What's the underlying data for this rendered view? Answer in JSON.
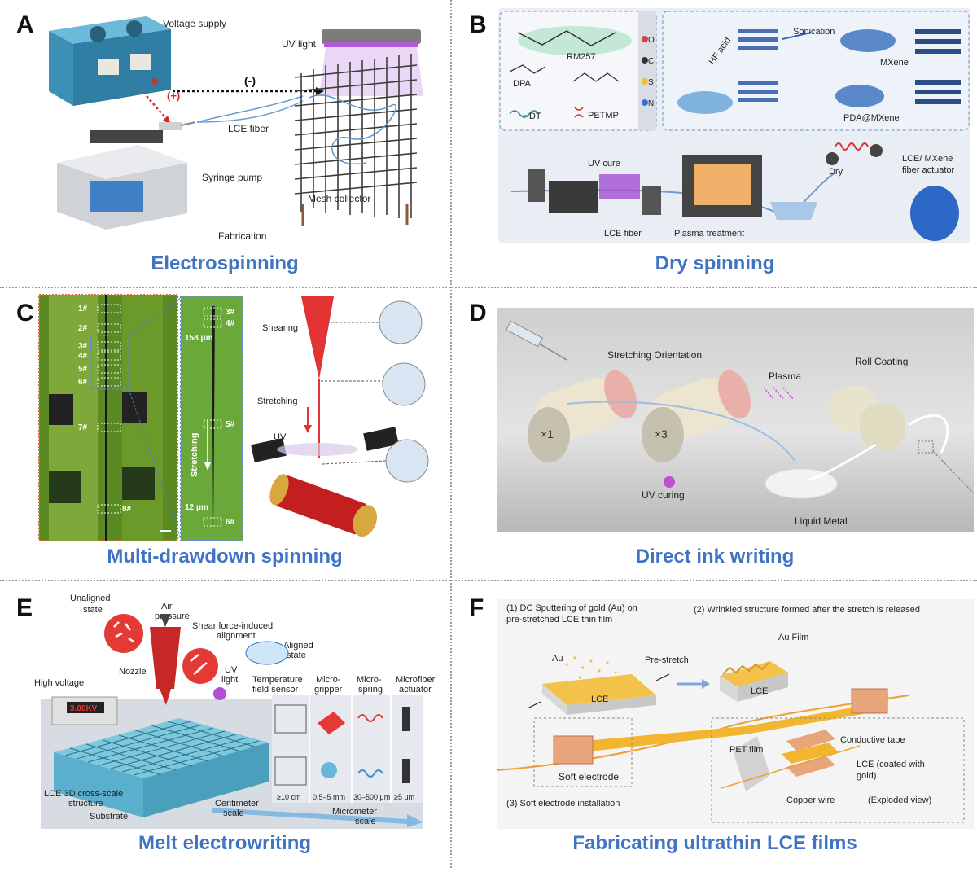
{
  "divider_color": "#9a9a9a",
  "caption_color": "#3f74c4",
  "panels": {
    "a": {
      "letter": "A",
      "caption": "Electrospinning",
      "labels": {
        "voltage": "Voltage supply",
        "uv": "UV light",
        "minus": "(-)",
        "plus": "(+)",
        "fiber": "LCE fiber",
        "pump": "Syringe pump",
        "mesh": "Mesh collector",
        "fab": "Fabrication"
      }
    },
    "b": {
      "letter": "B",
      "caption": "Dry spinning",
      "labels": {
        "rm257": "RM257",
        "dpa": "DPA",
        "hdt": "HDT",
        "petmp": "PETMP",
        "o": "O",
        "c": "C",
        "s": "S",
        "n": "N",
        "hf": "HF acid",
        "sonication": "Sonication",
        "mxene": "MXene",
        "pda": "PDA@MXene",
        "uvcure": "UV cure",
        "dry": "Dry",
        "actuator1": "LCE/ MXene",
        "actuator2": "fiber actuator",
        "fiber": "LCE fiber",
        "plasma": "Plasma treatment"
      }
    },
    "c": {
      "letter": "C",
      "caption": "Multi-drawdown spinning",
      "labels": {
        "l1": "1#",
        "l2": "2#",
        "l3": "3#",
        "l4": "4#",
        "l5": "5#",
        "l6": "6#",
        "l7": "7#",
        "l8": "8#",
        "r3": "3#",
        "r4": "4#",
        "r5": "5#",
        "r6": "6#",
        "d158": "158 μm",
        "d12": "12 μm",
        "stretch_vertical": "Stretching",
        "shearing": "Shearing",
        "stretching": "Stretching",
        "uv": "UV"
      }
    },
    "d": {
      "letter": "D",
      "caption": "Direct ink writing",
      "labels": {
        "orientation": "Stretching Orientation",
        "plasma": "Plasma",
        "roll": "Roll Coating",
        "x1": "×1",
        "x3": "×3",
        "uvcuring": "UV curing",
        "liquid": "Liquid Metal"
      }
    },
    "e": {
      "letter": "E",
      "caption": "Melt electrowriting",
      "labels": {
        "unaligned1": "Unaligned",
        "unaligned2": "state",
        "air1": "Air",
        "air2": "pressure",
        "shear1": "Shear force-induced",
        "shear2": "alignment",
        "aligned1": "Aligned",
        "aligned2": "state",
        "hv": "High voltage",
        "kv": "3.00KV",
        "nozzle": "Nozzle",
        "uv1": "UV",
        "uv2": "light",
        "temp1": "Temperature",
        "temp2": "field sensor",
        "grip1": "Micro-",
        "grip2": "gripper",
        "spring1": "Micro-",
        "spring2": "spring",
        "act1": "Microfiber",
        "act2": "actuator",
        "s1": "≥10 cm",
        "s2": "0.5–5 mm",
        "s3": "30–500 μm",
        "s4": "≥5 μm",
        "lce1": "LCE 3D cross-scale",
        "lce2": "structure",
        "substrate": "Substrate",
        "cm1": "Centimeter",
        "cm2": "scale",
        "mm1": "Micrometer",
        "mm2": "scale"
      }
    },
    "f": {
      "letter": "F",
      "caption": "Fabricating ultrathin LCE films",
      "labels": {
        "step1a": "(1) DC Sputtering of gold (Au) on",
        "step1b": "pre-stretched LCE thin film",
        "step2": "(2) Wrinkled structure formed after the stretch is released",
        "au": "Au",
        "prestretch": "Pre-stretch",
        "aufilm": "Au Film",
        "lce": "LCE",
        "lce2": "LCE",
        "soft": "Soft electrode",
        "step3": "(3) Soft electrode installation",
        "conductive": "Conductive tape",
        "pet": "PET film",
        "coated1": "LCE (coated with",
        "coated2": "gold)",
        "copper": "Copper wire",
        "exploded": "(Exploded view)"
      }
    }
  }
}
